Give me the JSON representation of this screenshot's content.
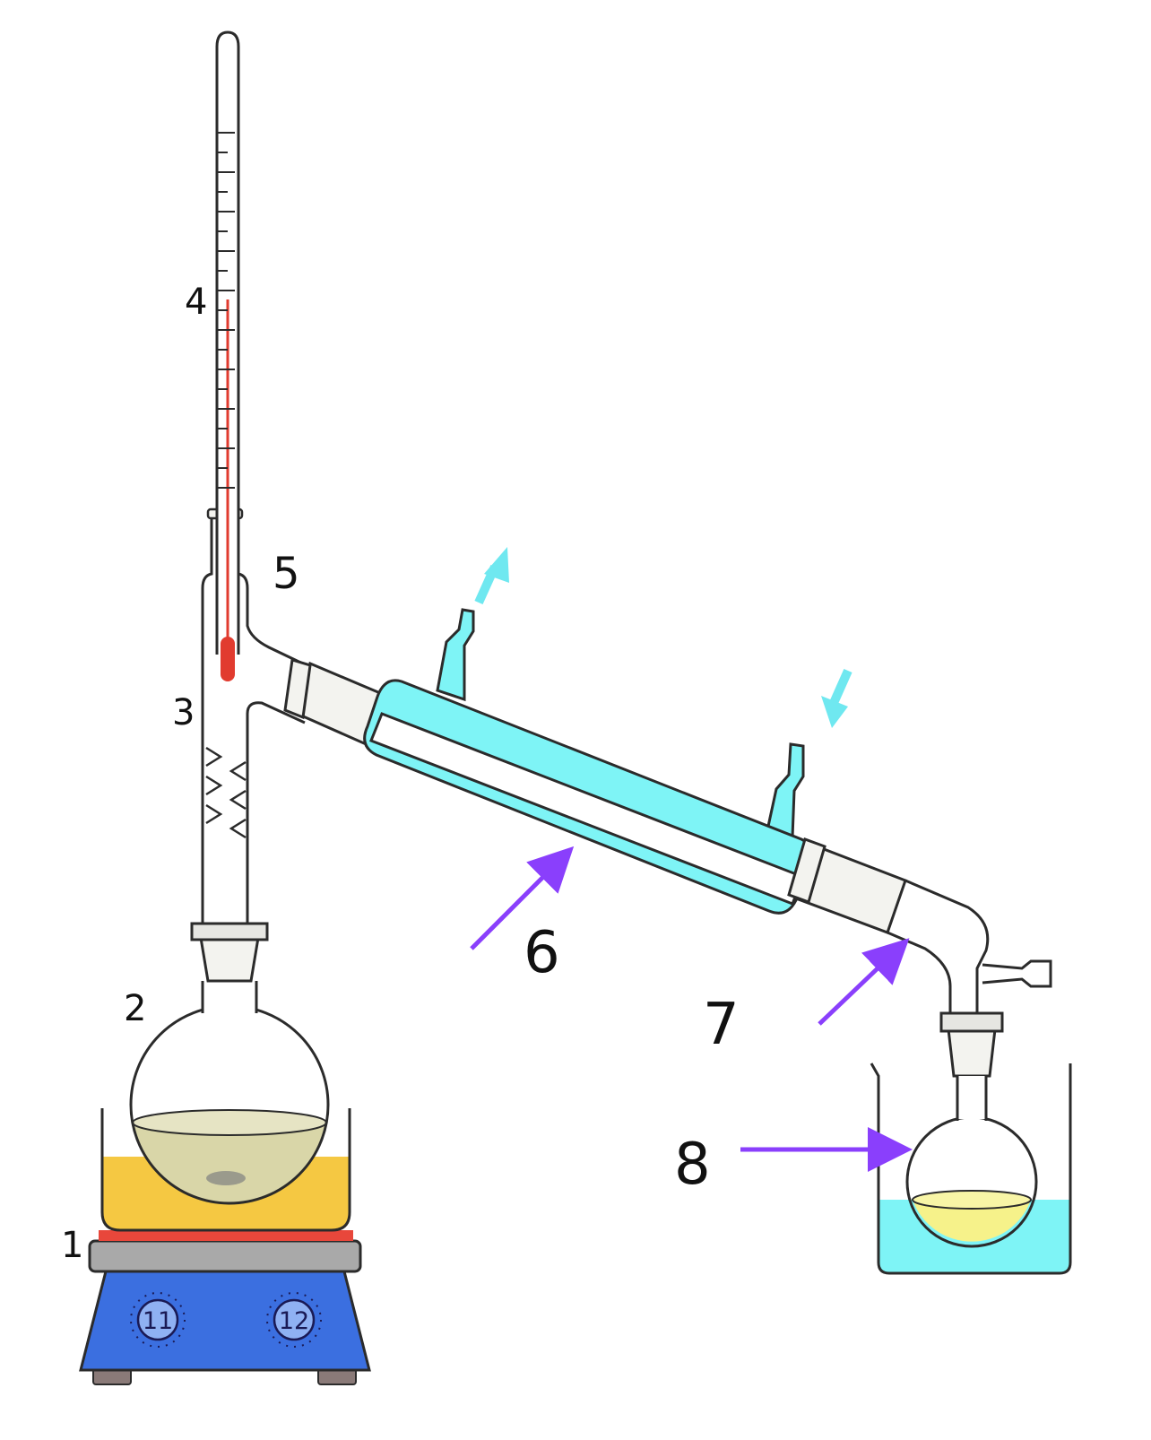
{
  "labels": {
    "hotplate": "1",
    "still_pot": "2",
    "still_head": "3",
    "thermometer": "4",
    "thermometer_adapter": "5",
    "condenser": "6",
    "vacuum_adapter": "7",
    "receiving_flask": "8"
  },
  "knobs": {
    "heat": "11",
    "stir": "12"
  },
  "colors": {
    "glass_outline": "#2b2b2b",
    "coolant": "#7ef4f6",
    "coolant_arrow": "#6fe8f0",
    "pointer_arrow": "#8a3ffc",
    "heating_bath": "#f5c842",
    "hotplate_top": "#e8473b",
    "hotplate_plate": "#a9a9a9",
    "hotplate_body": "#3b6fe0",
    "knob_fill": "#8fb1f3",
    "mercury": "#e13b2f",
    "flask_liquid": "#d9d6a8",
    "distillate": "#f6f28a",
    "ice_bath": "#7ef4f6"
  }
}
